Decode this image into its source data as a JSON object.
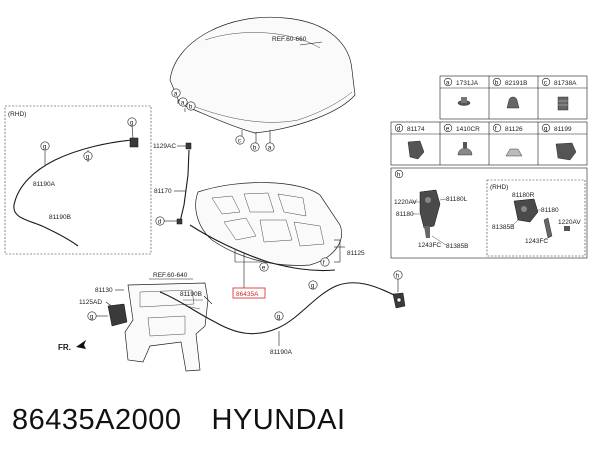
{
  "parts": {
    "ref_hood": "REF.60-660",
    "ref_frame": "REF.60-640",
    "rhd_left": "(RHD)",
    "rhd_right": "(RHD)",
    "fr": "FR.",
    "p81190A_rhd": "81190A",
    "p81190B_rhd": "81190B",
    "p1129AC": "1129AC",
    "p81170": "81170",
    "p81125": "81125",
    "p86435A": "86435A",
    "p81130": "81130",
    "p1125AD": "1125AD",
    "p81190B": "81190B",
    "p81190A": "81190A",
    "p1220AV_l": "1220AV",
    "p81180_l": "81180",
    "p81180L": "81180L",
    "p1243FC_l": "1243FC",
    "p81385B_l": "81385B",
    "p81180R": "81180R",
    "p81180_r": "81180",
    "p81385B_r": "81385B",
    "p1243FC_r": "1243FC",
    "p1220AV_r": "1220AV"
  },
  "callouts": {
    "a": "a",
    "b": "b",
    "c": "c",
    "d": "d",
    "e": "e",
    "f": "f",
    "g": "g",
    "h": "h"
  },
  "fastener_table": {
    "row1": [
      {
        "letter": "a",
        "part": "1731JA"
      },
      {
        "letter": "b",
        "part": "82191B"
      },
      {
        "letter": "c",
        "part": "81738A"
      }
    ],
    "row2": [
      {
        "letter": "d",
        "part": "81174"
      },
      {
        "letter": "e",
        "part": "1410CR"
      },
      {
        "letter": "f",
        "part": "81126"
      },
      {
        "letter": "g",
        "part": "81199"
      }
    ],
    "latch_letter": "h"
  },
  "footer": {
    "part_number": "86435A2000",
    "brand": "HYUNDAI"
  }
}
